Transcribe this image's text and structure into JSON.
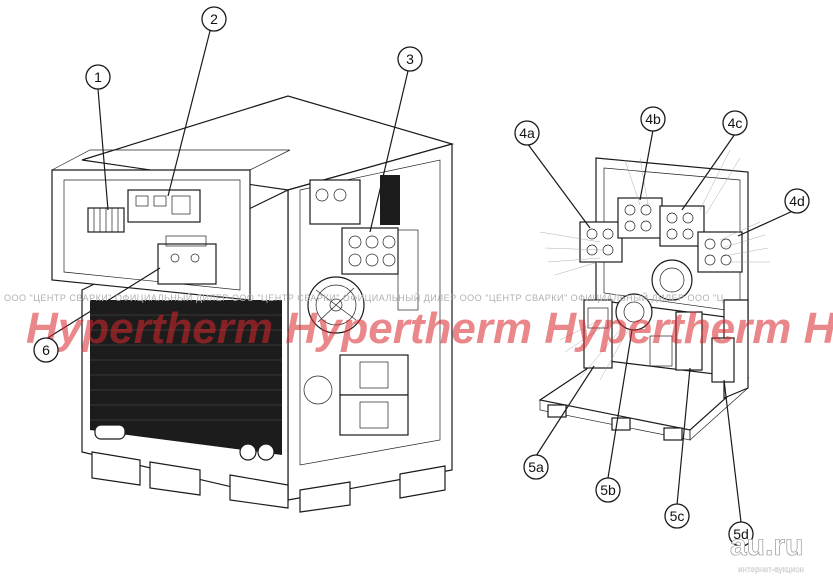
{
  "callouts": [
    {
      "label": "1"
    },
    {
      "label": "2"
    },
    {
      "label": "3"
    },
    {
      "label": "4a"
    },
    {
      "label": "4b"
    },
    {
      "label": "4c"
    },
    {
      "label": "4d"
    },
    {
      "label": "5a"
    },
    {
      "label": "5b"
    },
    {
      "label": "5c"
    },
    {
      "label": "5d"
    },
    {
      "label": "6"
    }
  ],
  "watermark": {
    "brand": "Hypertherm Hypertherm Hypertherm H",
    "dealer": "ООО \"ЦЕНТР СВАРКИ\" ОФИЦИАЛЬНЫЙ ДИЛЕР  ООО \"ЦЕНТР СВАРКИ\" ОФИЦИАЛЬНЫЙ ДИЛЕР  ООО \"ЦЕНТР СВАРКИ\" ОФИЦИАЛЬНЫЙ ДИЛЕР  ООО \"Ц",
    "brand_color": "#d9262c"
  },
  "site_logo": {
    "name": "au.ru",
    "tagline": "интернет-аукцион"
  }
}
